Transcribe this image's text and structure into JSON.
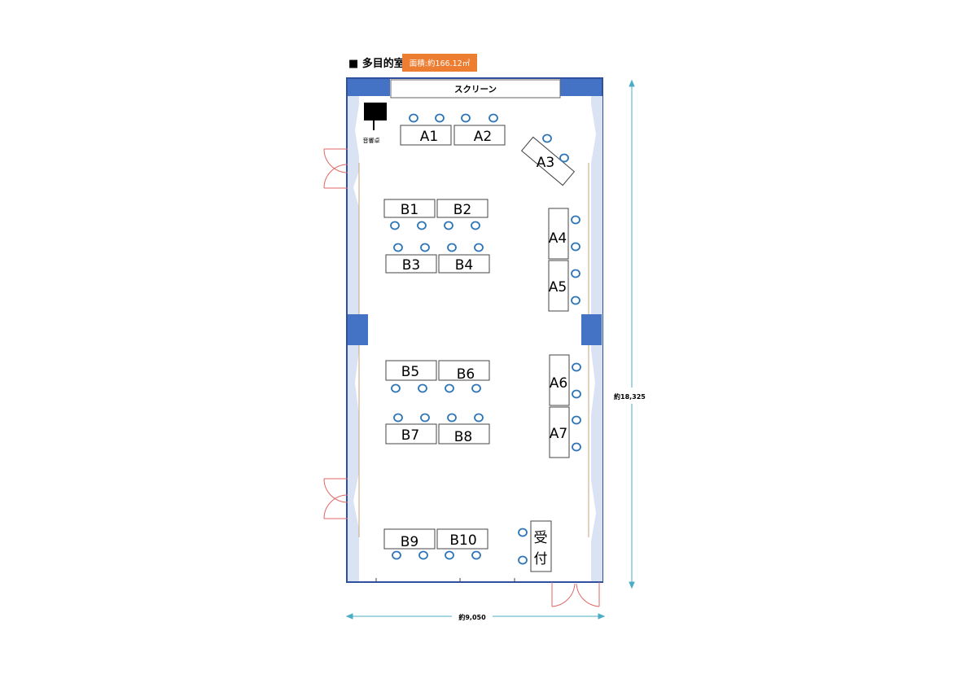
{
  "header": {
    "title": "■ 多目的室",
    "area_badge": "面積:約166.12㎡"
  },
  "room": {
    "screen_label": "スクリーン",
    "podium_label": "音響卓",
    "width_dimension": "約9,050",
    "length_dimension": "約18,325"
  },
  "tables": {
    "A1": "A1",
    "A2": "A2",
    "A3": "A3",
    "A4": "A4",
    "A5": "A5",
    "A6": "A6",
    "A7": "A7",
    "B1": "B1",
    "B2": "B2",
    "B3": "B3",
    "B4": "B4",
    "B5": "B5",
    "B6": "B6",
    "B7": "B7",
    "B8": "B8",
    "B9": "B9",
    "B10": "B10",
    "reception_line1": "受",
    "reception_line2": "付"
  },
  "colors": {
    "wall_blue": "#4472c4",
    "wall_light": "#dae3f3",
    "badge_orange": "#ed7d31",
    "seat_teal": "#2e75b6",
    "door_red": "#e06666",
    "dimension_teal": "#4bacc6"
  }
}
